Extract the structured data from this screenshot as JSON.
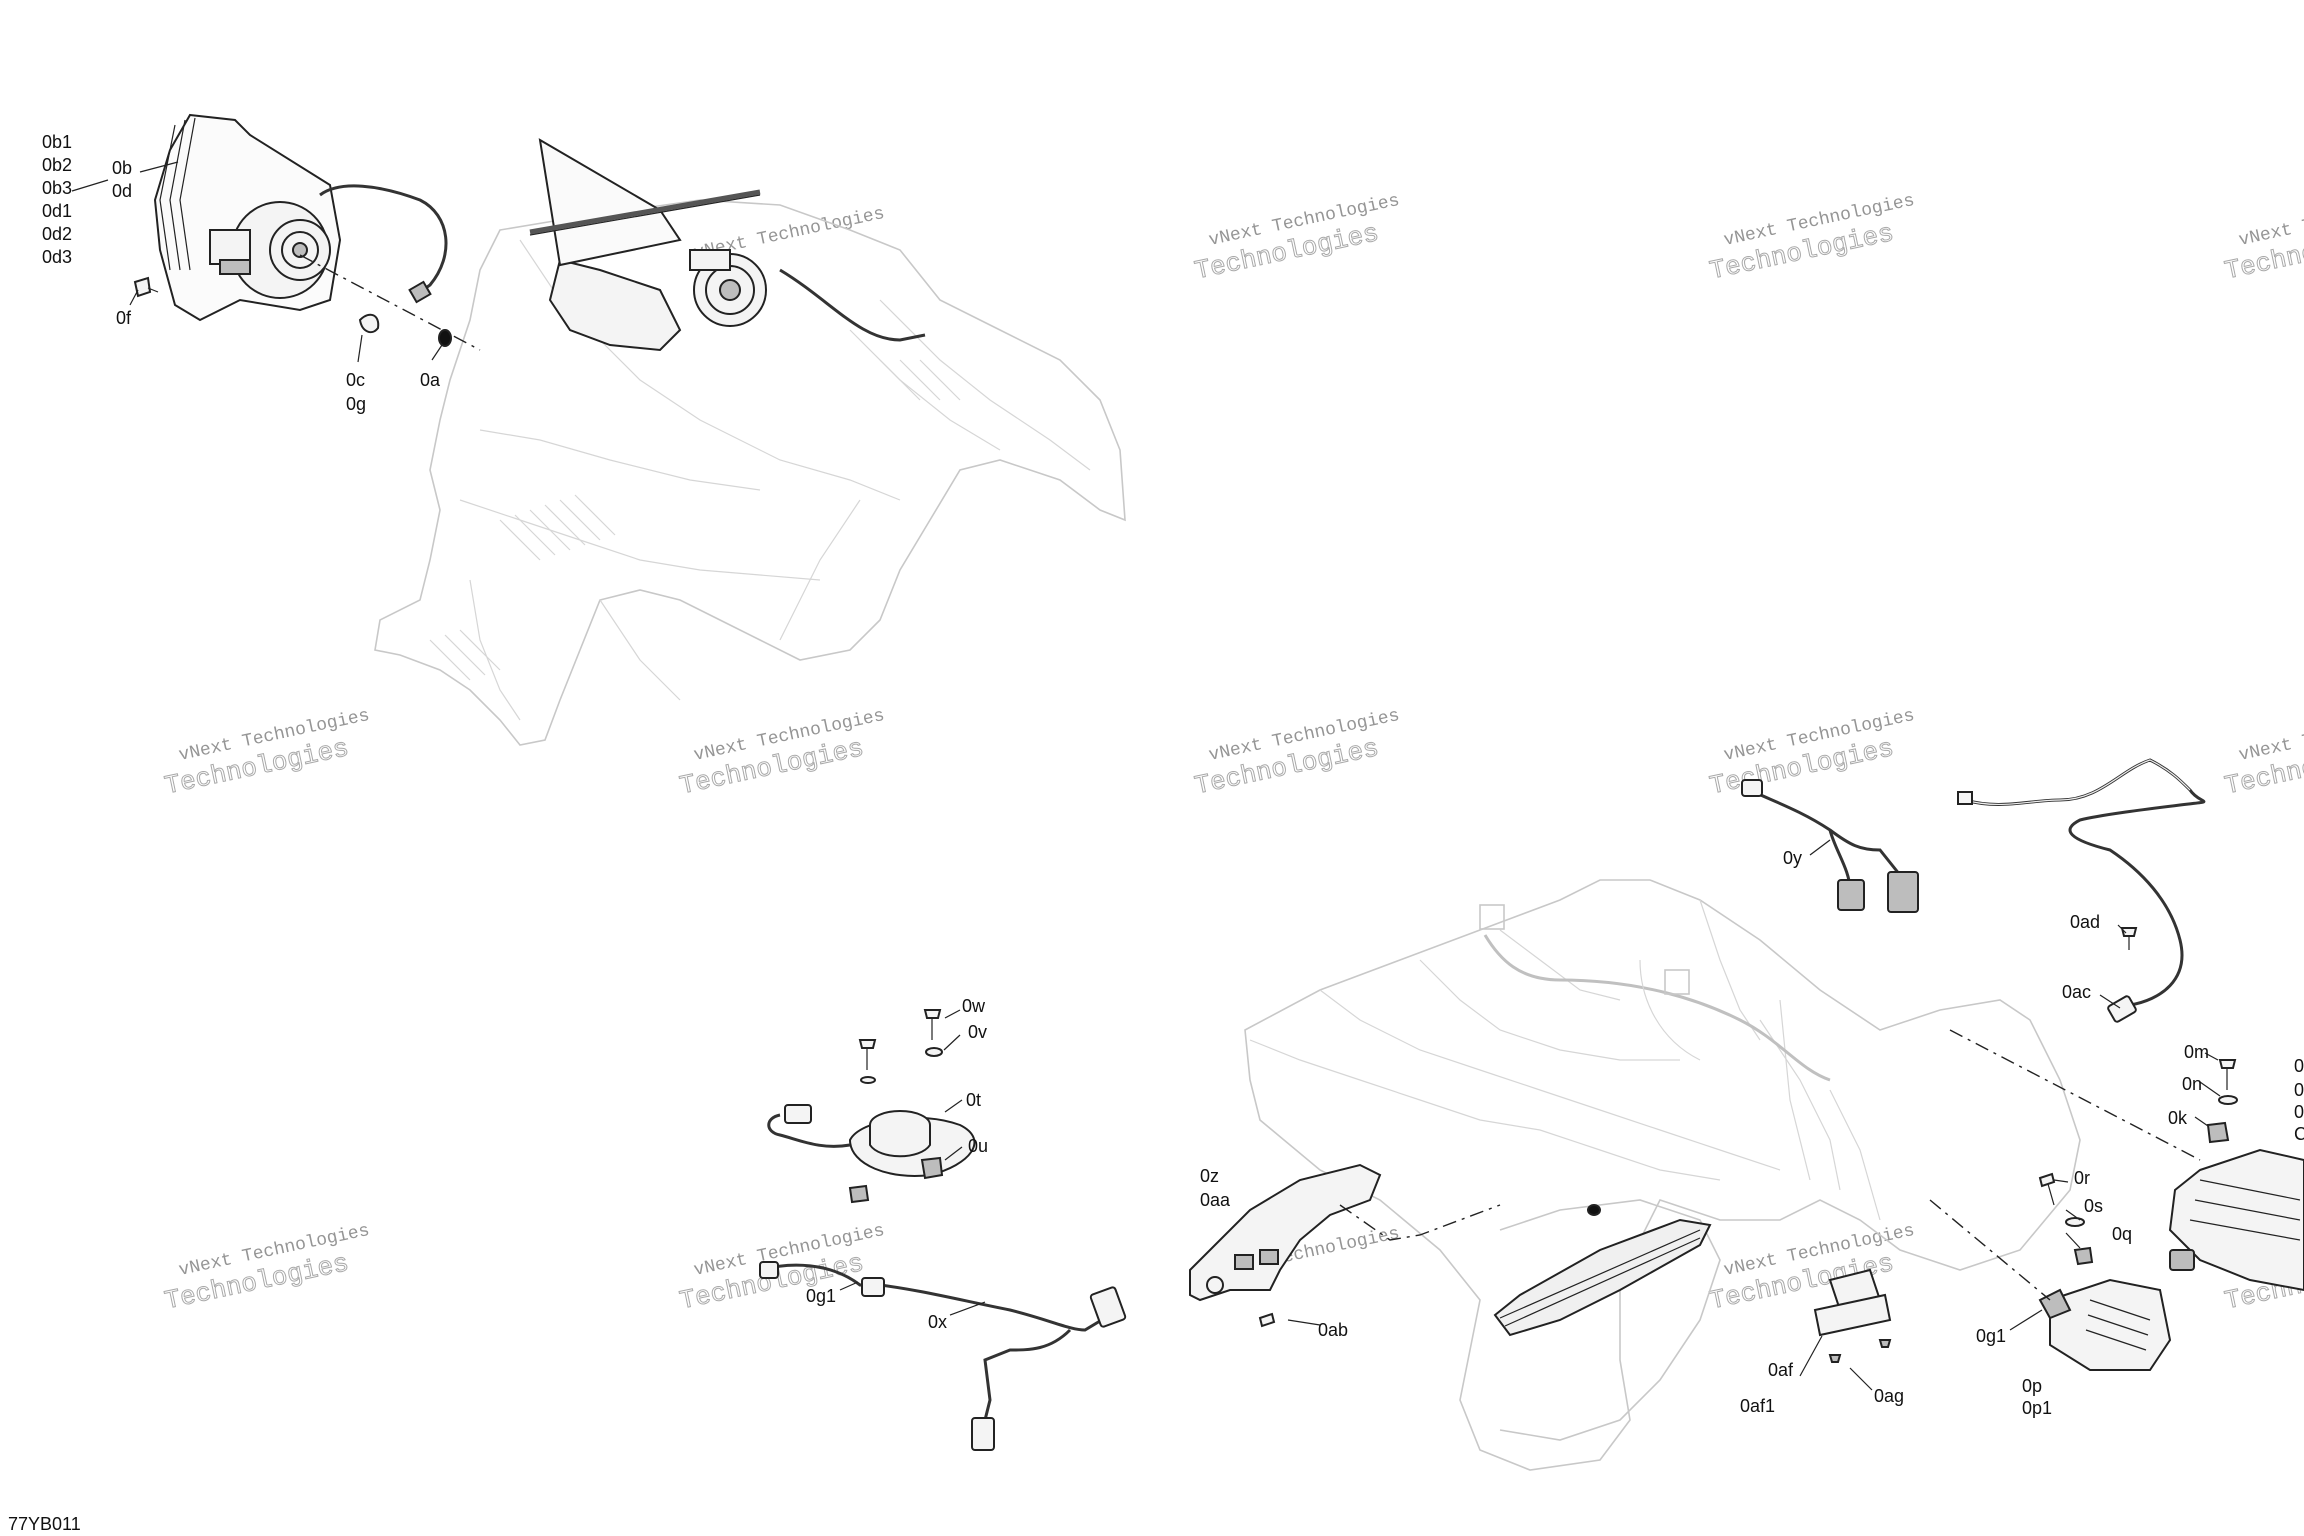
{
  "diagram_code": "77YB011",
  "watermark": {
    "line1": "vNext Technologies",
    "line2": "Technologies",
    "overlay": "vNext"
  },
  "labels": {
    "0b1": "0b1",
    "0b2": "0b2",
    "0b3": "0b3",
    "0d1": "0d1",
    "0d2": "0d2",
    "0d3": "0d3",
    "0b": "0b",
    "0d": "0d",
    "0f": "0f",
    "0c": "0c",
    "0g": "0g",
    "0a": "0a",
    "0w": "0w",
    "0v": "0v",
    "0t": "0t",
    "0u": "0u",
    "0g1_left": "0g1",
    "0x": "0x",
    "0z": "0z",
    "0aa": "0aa",
    "0ab": "0ab",
    "0y": "0y",
    "0ad": "0ad",
    "0ac": "0ac",
    "0m": "0m",
    "0n": "0n",
    "0k": "0k",
    "0r": "0r",
    "0s": "0s",
    "0q": "0q",
    "0af": "0af",
    "0af1": "0af1",
    "0ag": "0ag",
    "0g1_right": "0g1",
    "0p": "0p",
    "0p1": "0p1",
    "edge_0_a": "0",
    "edge_0_b": "0",
    "edge_0_c": "0",
    "edge_0_d": "C"
  }
}
